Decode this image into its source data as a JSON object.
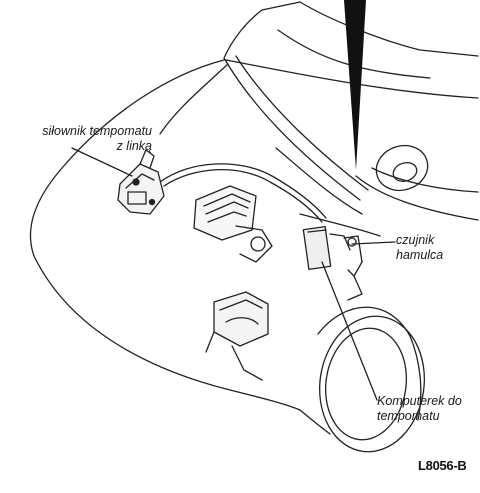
{
  "labels": {
    "actuator": {
      "line1": "siłownik tempomatu",
      "line2": "z linką"
    },
    "brake_sensor": {
      "line1": "czujnik",
      "line2": "hamulca"
    },
    "computer": {
      "line1": "Komputerek do",
      "line2": "tempomatu"
    }
  },
  "figure_code": "L8056-B"
}
